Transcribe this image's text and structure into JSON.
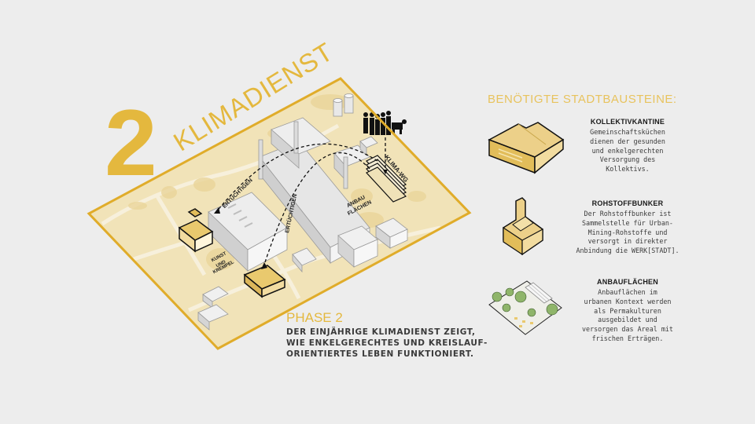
{
  "header": {
    "number": "2",
    "title": "KLIMADIENST"
  },
  "phase": {
    "title": "PHASE 2",
    "lines": [
      "DER EINJÄHRIGE KLIMADIENST ZEIGT,",
      "WIE ENKELGERECHTES UND KREISLAUF-",
      "ORIENTIERTES LEBEN FUNKTIONIERT."
    ]
  },
  "map": {
    "labels": {
      "ertuechtigen_1": "ERTÜCHTIGEN",
      "ertuechtigen_2": "ERTÜCHTIGEN",
      "anbau": "ANBAU",
      "flaechen": "FLÄCHEN",
      "kunst": "KUNST",
      "und": "UND",
      "krempel": "KREMPEL",
      "klima_wg": "KLIMA-WG"
    },
    "colors": {
      "frame": "#e0ac2a",
      "ground": "#f1e3b8",
      "ground_light": "#f6ecd0",
      "building_highlight": "#e9c96e",
      "background": "#ededed"
    }
  },
  "building_blocks": {
    "heading": "BENÖTIGTE STADTBAUSTEINE:",
    "items": [
      {
        "title": "KOLLEKTIVKANTINE",
        "lines": [
          "Gemeinschaftsküchen",
          "dienen der gesunden",
          "und enkelgerechten",
          "Versorgung des",
          "Kollektivs."
        ]
      },
      {
        "title": "ROHSTOFFBUNKER",
        "lines": [
          "Der Rohstoffbunker ist",
          "Sammelstelle für Urban-",
          "Mining-Rohstoffe und",
          "versorgt in direkter",
          "Anbindung die WERK[STADT]."
        ]
      },
      {
        "title": "ANBAUFLÄCHEN",
        "lines": [
          "Anbauflächen im",
          "urbanen Kontext werden",
          "als Permakulturen",
          "ausgebildet und",
          "versorgen das Areal mit",
          "frischen Erträgen."
        ]
      }
    ]
  }
}
